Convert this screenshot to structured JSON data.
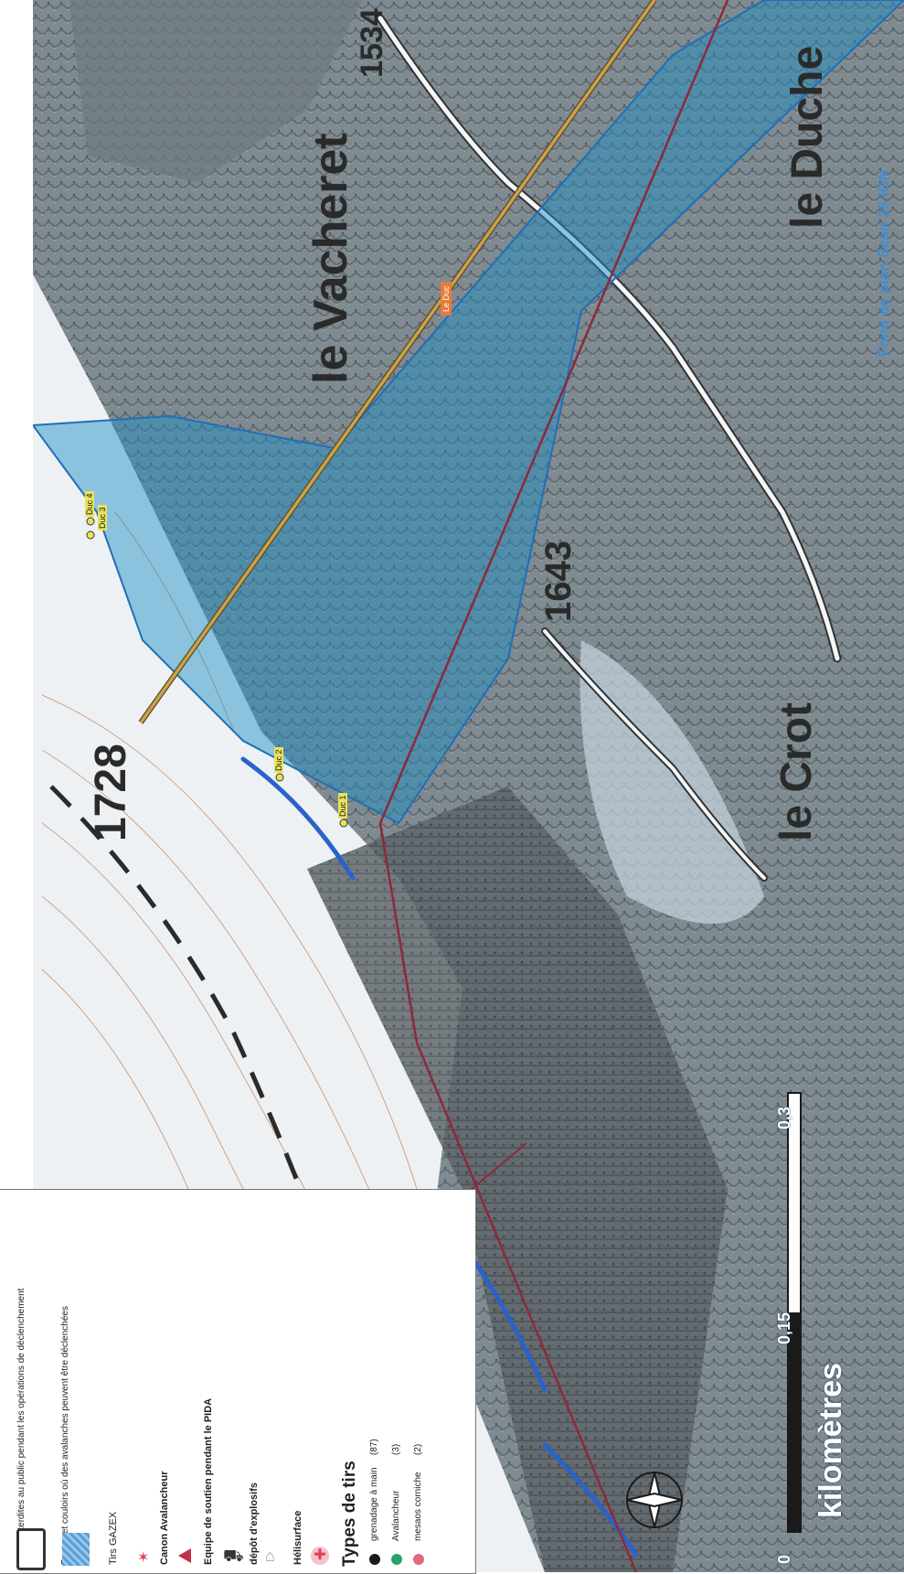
{
  "map": {
    "credit": "Fond de plan Scan 25 IGN",
    "place_labels": [
      "le Vacheret",
      "le Crot",
      "le Duche",
      "1728",
      "1643",
      "1534"
    ],
    "shots": [
      "Duc 1",
      "Duc 2",
      "Duc 3",
      "Duc 4"
    ],
    "gazex_tag": "Le Duc",
    "zone_color": "#1f8fc4",
    "line_color": "#c9a24a",
    "boundary_color": "#8c2a3a"
  },
  "legend": {
    "zone_forbidden": "Zones interdites au public pendant les opérations de déclenchement",
    "slopes": "Pentes et couloirs où des avalanches peuvent être déclenchées",
    "gazex": "Tirs GAZEX",
    "cannon": "Canon Avalancheur",
    "support_team": "Equipe de soutien pendant le PIDA",
    "explosives_depot": "dépôt d'explosifs",
    "heliport": "Hélisurface",
    "types_title": "Types de tirs",
    "types": [
      {
        "label": "grenadage à main",
        "count": "(87)",
        "color": "#1a1a1a"
      },
      {
        "label": "Avalancheur",
        "count": "(3)",
        "color": "#2aa36a"
      },
      {
        "label": "mesaos corniche",
        "count": "(2)",
        "color": "#e06a7a"
      }
    ]
  },
  "scale": {
    "ticks": [
      "0",
      "0,15",
      "0,3"
    ],
    "unit": "kilomètres"
  }
}
